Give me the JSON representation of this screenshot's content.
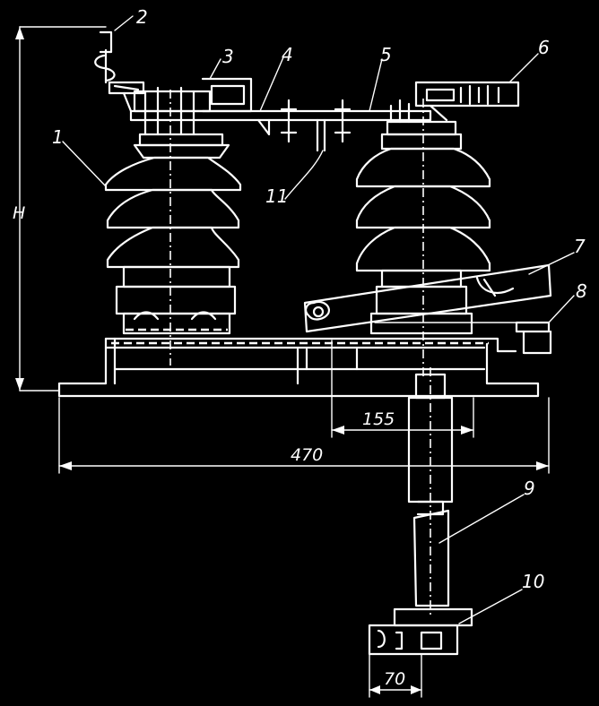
{
  "labels": {
    "n1": "1",
    "n2": "2",
    "n3": "3",
    "n4": "4",
    "n5": "5",
    "n6": "6",
    "n7": "7",
    "n8": "8",
    "n9": "9",
    "n10": "10",
    "n11": "11"
  },
  "dimensions": {
    "height": "H",
    "d155": "155",
    "d470": "470",
    "d70": "70"
  }
}
